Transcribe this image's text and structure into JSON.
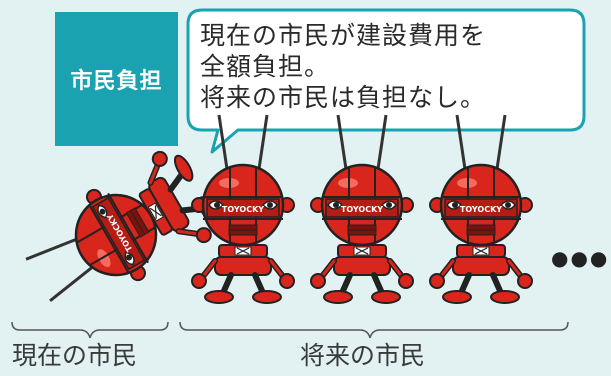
{
  "badge": {
    "label": "市民負担"
  },
  "bubble": {
    "lines": [
      "現在の市民が建設費用を",
      "全額負担。",
      "将来の市民は負担なし。"
    ]
  },
  "robots": {
    "chest_text": "TOYOCKY",
    "fallen_chest_text": "TOYOCKY",
    "continuation": "●●●"
  },
  "groups": {
    "current_label": "現在の市民",
    "future_label": "将来の市民"
  },
  "colors": {
    "background": "#e2f1f1",
    "badge": "#1aa2b1",
    "bubble_border": "#1aa2b1",
    "robot_red": "#d8261c"
  }
}
